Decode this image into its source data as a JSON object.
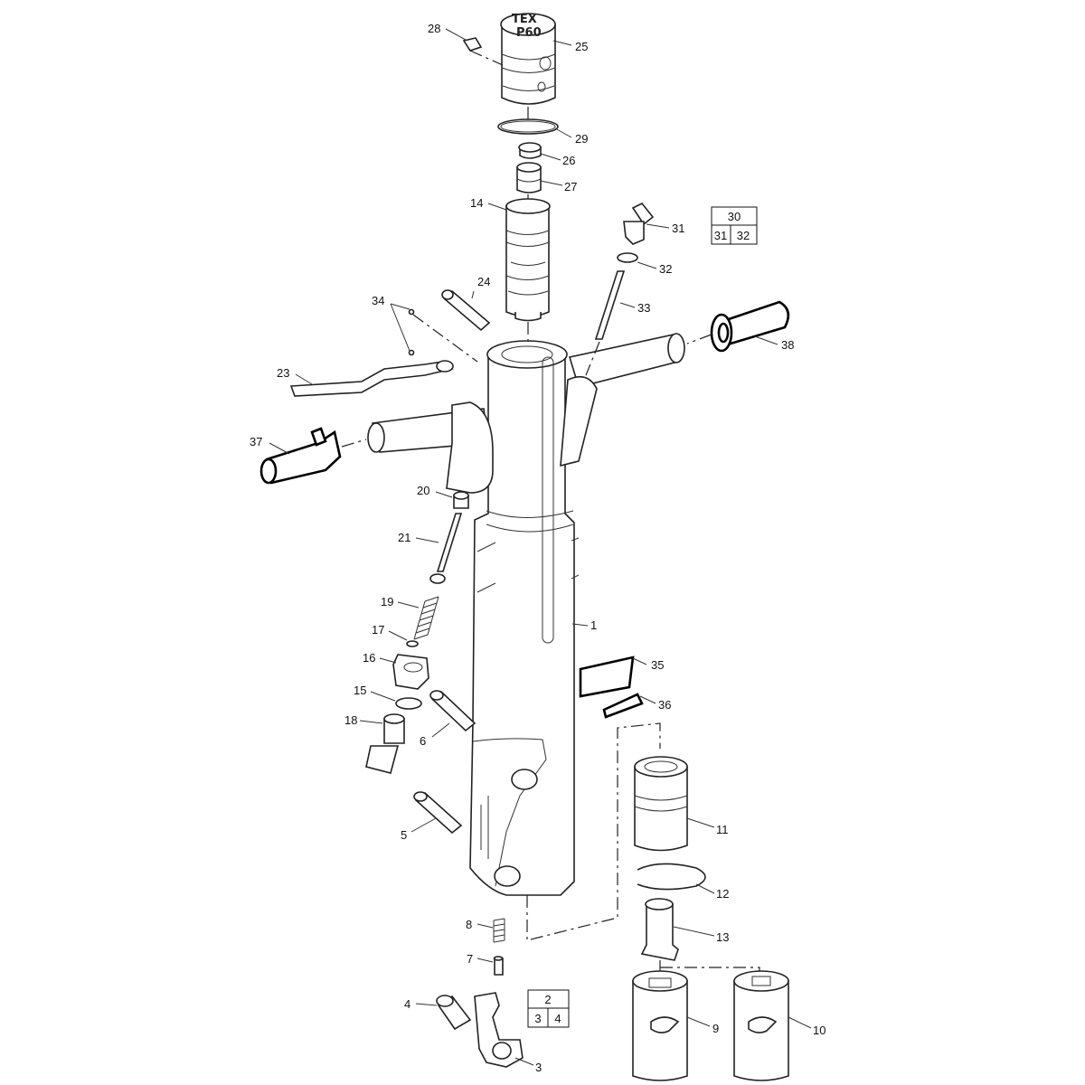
{
  "engraving": {
    "line1": "TEX",
    "line2": "P60"
  },
  "kits": [
    {
      "parent": "30",
      "children": [
        "31",
        "32"
      ]
    },
    {
      "parent": "2",
      "children": [
        "3",
        "4"
      ]
    }
  ],
  "callouts": [
    {
      "id": "c28",
      "label": "28"
    },
    {
      "id": "c25",
      "label": "25"
    },
    {
      "id": "c29",
      "label": "29"
    },
    {
      "id": "c26",
      "label": "26"
    },
    {
      "id": "c27",
      "label": "27"
    },
    {
      "id": "c14",
      "label": "14"
    },
    {
      "id": "c31",
      "label": "31"
    },
    {
      "id": "c32",
      "label": "32"
    },
    {
      "id": "c24",
      "label": "24"
    },
    {
      "id": "c33",
      "label": "33"
    },
    {
      "id": "c34",
      "label": "34"
    },
    {
      "id": "c38",
      "label": "38"
    },
    {
      "id": "c23",
      "label": "23"
    },
    {
      "id": "c37",
      "label": "37"
    },
    {
      "id": "c20",
      "label": "20"
    },
    {
      "id": "c21",
      "label": "21"
    },
    {
      "id": "c19",
      "label": "19"
    },
    {
      "id": "c1",
      "label": "1"
    },
    {
      "id": "c17",
      "label": "17"
    },
    {
      "id": "c16",
      "label": "16"
    },
    {
      "id": "c35",
      "label": "35"
    },
    {
      "id": "c15",
      "label": "15"
    },
    {
      "id": "c36",
      "label": "36"
    },
    {
      "id": "c18",
      "label": "18"
    },
    {
      "id": "c6",
      "label": "6"
    },
    {
      "id": "c11",
      "label": "11"
    },
    {
      "id": "c5",
      "label": "5"
    },
    {
      "id": "c12",
      "label": "12"
    },
    {
      "id": "c8",
      "label": "8"
    },
    {
      "id": "c13",
      "label": "13"
    },
    {
      "id": "c7",
      "label": "7"
    },
    {
      "id": "c4",
      "label": "4"
    },
    {
      "id": "c9",
      "label": "9"
    },
    {
      "id": "c10",
      "label": "10"
    },
    {
      "id": "c3",
      "label": "3"
    }
  ]
}
